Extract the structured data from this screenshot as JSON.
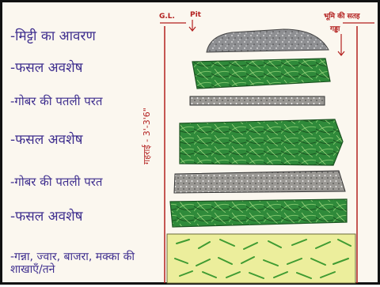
{
  "layers": [
    {
      "label": "-मिट्टी का आवरण",
      "kind": "soil"
    },
    {
      "label": "-फसल अवशेष",
      "kind": "residue"
    },
    {
      "label": "-गोबर की पतली परत",
      "kind": "dung"
    },
    {
      "label": "-फसल अवशेष",
      "kind": "residue"
    },
    {
      "label": "-गोबर की पतली परत",
      "kind": "dung"
    },
    {
      "label": "-फसल अवशेष",
      "kind": "residue"
    },
    {
      "label": "-गन्ना, ज्वार, बाजरा, मक्का की शाखाएँ/तने",
      "kind": "stalks"
    }
  ],
  "markers": {
    "gl": "G.L.",
    "pit": "Pit",
    "ground_level": "भूमि की सतह",
    "pit_hi": "गड्ढा",
    "depth": "गहराई - 3'-3'6\""
  },
  "colors": {
    "label_text": "#3f2f8f",
    "marker_red": "#b3201f",
    "soil": "#8e8f92",
    "residue": "#2f8a3a",
    "residue_stroke": "#1a5320",
    "dung": "#9a9894",
    "stalks_bg": "#ecee9c",
    "stalks_strokes": "#3f9b32"
  }
}
